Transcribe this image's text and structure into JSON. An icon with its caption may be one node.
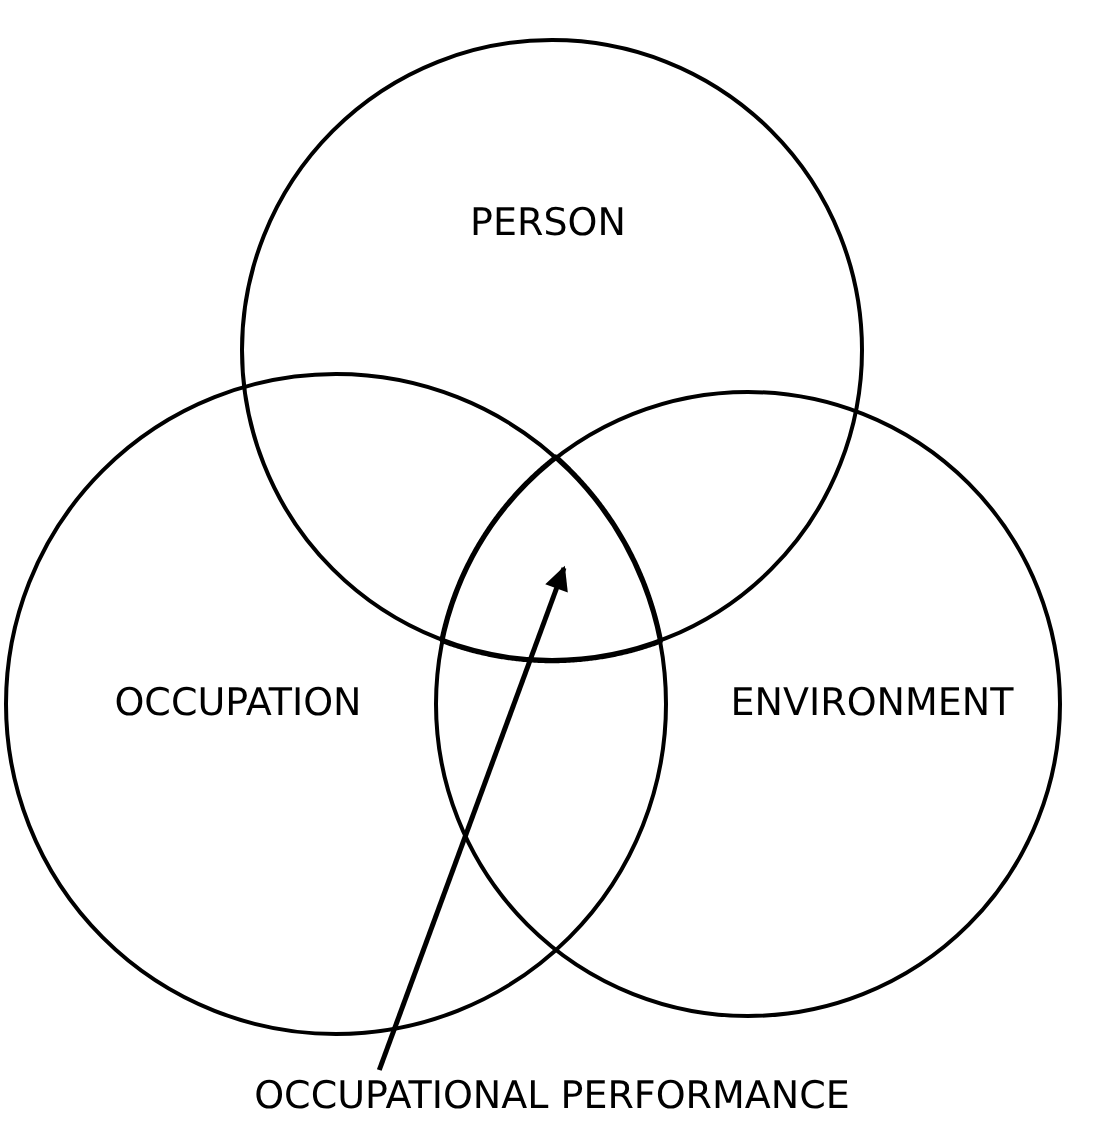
{
  "diagram": {
    "nodes": [
      {
        "text": [
          "PERSON"
        ]
      },
      {
        "text": [
          "OCCUPATION"
        ]
      },
      {
        "text": [
          "ENVIRONMENT"
        ]
      },
      {
        "text": [
          "OCCUPATIONAL PERFORMANCE"
        ]
      },
      {
        "text": [],
        "shape": "region"
      }
    ],
    "edges": [
      {
        "from": 3,
        "to": 4,
        "arrow": "to"
      }
    ]
  }
}
